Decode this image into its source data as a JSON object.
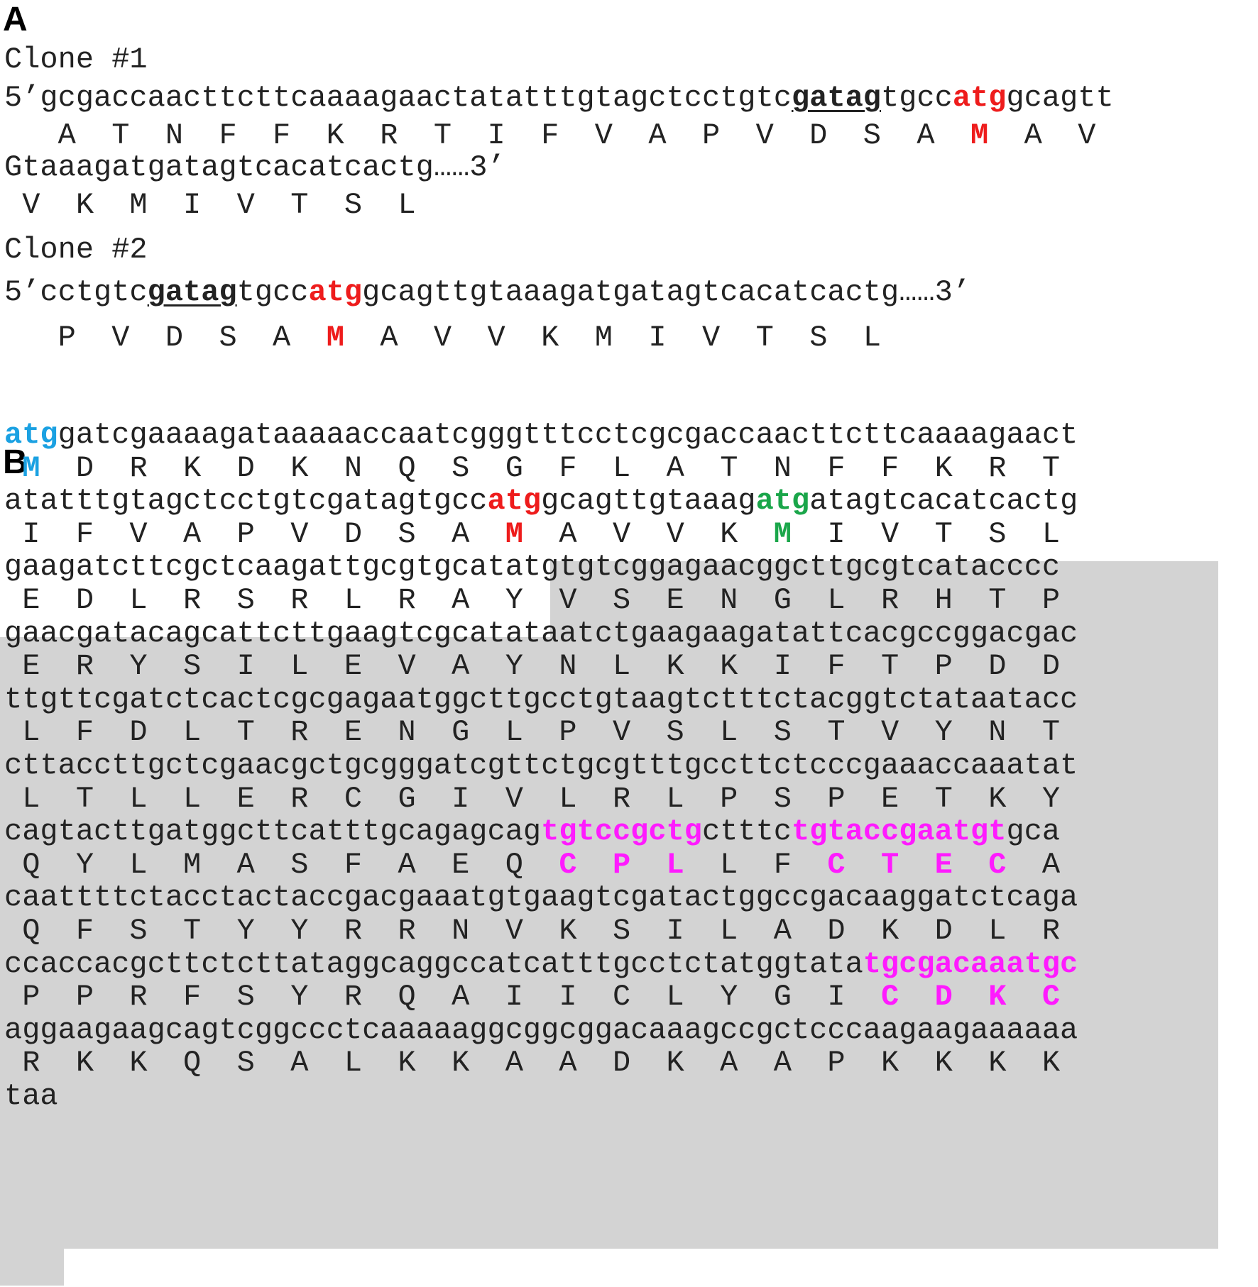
{
  "colors": {
    "red": "#ee1c1c",
    "blue": "#1ba1e2",
    "green": "#1aa64a",
    "magenta": "#ff1aff",
    "text": "#222222",
    "highlight": "#d3d3d3"
  },
  "panelA": {
    "label": "A",
    "clone1": {
      "title": "Clone #1",
      "dna1": [
        {
          "t": "5’gcgaccaacttcttcaaaagaactatatttgtagctcctgtc"
        },
        {
          "t": "gatag",
          "s": "bu"
        },
        {
          "t": "tgcc"
        },
        {
          "t": "atg",
          "s": "b",
          "c": "red"
        },
        {
          "t": "gcagtt"
        }
      ],
      "prot1": [
        {
          "t": "   A  T  N  F  F  K  R  T  I  F  V  A  P  V  D  S  A  "
        },
        {
          "t": "M",
          "s": "b",
          "c": "red"
        },
        {
          "t": "  A  V"
        }
      ],
      "dna2": [
        {
          "t": "Gtaaagatgatagtcacatcactg……3’"
        }
      ],
      "prot2": [
        {
          "t": " V  K  M  I  V  T  S  L"
        }
      ]
    },
    "clone2": {
      "title": "Clone #2",
      "dna": [
        {
          "t": "5’cctgtc"
        },
        {
          "t": "gatag",
          "s": "bu"
        },
        {
          "t": "tgcc"
        },
        {
          "t": "atg",
          "s": "b",
          "c": "red"
        },
        {
          "t": "gcagttgtaaagatgatagtcacatcactg……3’"
        }
      ],
      "prot": [
        {
          "t": "   P  V  D  S  A  "
        },
        {
          "t": "M",
          "s": "b",
          "c": "red"
        },
        {
          "t": "  A  V  V  K  M  I  V  T  S  L"
        }
      ]
    }
  },
  "panelB": {
    "label": "B",
    "lines": [
      [
        {
          "t": "atg",
          "s": "b",
          "c": "blue"
        },
        {
          "t": "gatcgaaaagataaaaaccaatcgggtttcctcgcgaccaacttcttcaaaagaact"
        }
      ],
      [
        {
          "t": " "
        },
        {
          "t": "M",
          "s": "b",
          "c": "blue"
        },
        {
          "t": "  D  R  K  D  K  N  Q  S  G  F  L  A  T  N  F  F  K  R  T"
        }
      ],
      [
        {
          "t": "atatttgtagctcctgtcgatagtgcc"
        },
        {
          "t": "atg",
          "s": "b",
          "c": "red"
        },
        {
          "t": "gcagttgtaaag"
        },
        {
          "t": "atg",
          "s": "b",
          "c": "green"
        },
        {
          "t": "atagtcacatcactg"
        }
      ],
      [
        {
          "t": " I  F  V  A  P  V  D  S  A  "
        },
        {
          "t": "M",
          "s": "b",
          "c": "red"
        },
        {
          "t": "  A  V  V  K  "
        },
        {
          "t": "M",
          "s": "b",
          "c": "green"
        },
        {
          "t": "  I  V  T  S  L"
        }
      ],
      [
        {
          "t": "gaagatcttcgctcaagattgcgtgcatatgtgtcggagaacggcttgcgtcatacccc"
        }
      ],
      [
        {
          "t": " E  D  L  R  S  R  L  R  A  Y  V  S  E  N  G  L  R  H  T  P"
        }
      ],
      [
        {
          "t": "gaacgatacagcattcttgaagtcgcatataatctgaagaagatattcacgccggacgac"
        }
      ],
      [
        {
          "t": " E  R  Y  S  I  L  E  V  A  Y  N  L  K  K  I  F  T  P  D  D"
        }
      ],
      [
        {
          "t": "ttgttcgatctcactcgcgagaatggcttgcctgtaagtctttctacggtctataatacc"
        }
      ],
      [
        {
          "t": " L  F  D  L  T  R  E  N  G  L  P  V  S  L  S  T  V  Y  N  T"
        }
      ],
      [
        {
          "t": "cttaccttgctcgaacgctgcgggatcgttctgcgtttgccttctcccgaaaccaaatat"
        }
      ],
      [
        {
          "t": " L  T  L  L  E  R  C  G  I  V  L  R  L  P  S  P  E  T  K  Y"
        }
      ],
      [
        {
          "t": "cagtacttgatggcttcatttgcagagcag"
        },
        {
          "t": "tgtccgctg",
          "s": "b",
          "c": "magenta"
        },
        {
          "t": "ctttc"
        },
        {
          "t": "tgtaccgaatgt",
          "s": "b",
          "c": "magenta"
        },
        {
          "t": "gca"
        }
      ],
      [
        {
          "t": " Q  Y  L  M  A  S  F  A  E  Q  "
        },
        {
          "t": "C  P  L",
          "s": "b",
          "c": "magenta"
        },
        {
          "t": "  L  F  "
        },
        {
          "t": "C  T  E  C",
          "s": "b",
          "c": "magenta"
        },
        {
          "t": "  A"
        }
      ],
      [
        {
          "t": "caattttctacctactaccgacgaaatgtgaagtcgatactggccgacaaggatctcaga"
        }
      ],
      [
        {
          "t": " Q  F  S  T  Y  Y  R  R  N  V  K  S  I  L  A  D  K  D  L  R"
        }
      ],
      [
        {
          "t": "ccaccacgcttctcttataggcaggccatcatttgcctctatggtata"
        },
        {
          "t": "tgcgacaaatgc",
          "s": "b",
          "c": "magenta"
        }
      ],
      [
        {
          "t": " P  P  R  F  S  Y  R  Q  A  I  I  C  L  Y  G  I  "
        },
        {
          "t": "C  D  K  C",
          "s": "b",
          "c": "magenta"
        }
      ],
      [
        {
          "t": "aggaagaagcagtcggccctcaaaaaggcggcggacaaagccgctcccaagaagaaaaaa"
        }
      ],
      [
        {
          "t": " R  K  K  Q  S  A  L  K  K  A  A  D  K  A  A  P  K  K  K  K"
        }
      ],
      [
        {
          "t": "taa"
        }
      ]
    ]
  }
}
